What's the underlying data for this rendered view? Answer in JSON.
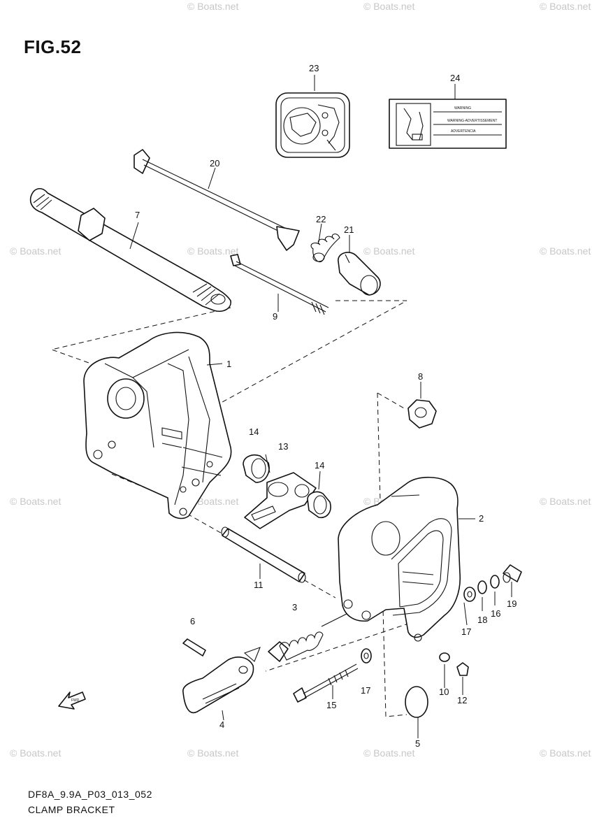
{
  "figure": {
    "title": "FIG.52",
    "code": "DF8A_9.9A_P03_013_052",
    "name": "CLAMP BRACKET"
  },
  "watermark": "© Boats.net",
  "callouts": [
    "1",
    "2",
    "3",
    "4",
    "5",
    "6",
    "7",
    "8",
    "9",
    "10",
    "11",
    "12",
    "13",
    "14",
    "14",
    "15",
    "16",
    "17",
    "17",
    "18",
    "19",
    "20",
    "21",
    "22",
    "23",
    "24"
  ],
  "label_24_lines": [
    "WARNING",
    "WARNING-ADVERTISSEMENT",
    "ADVERTENCIA"
  ],
  "fwd_arrow_text": "FWD"
}
